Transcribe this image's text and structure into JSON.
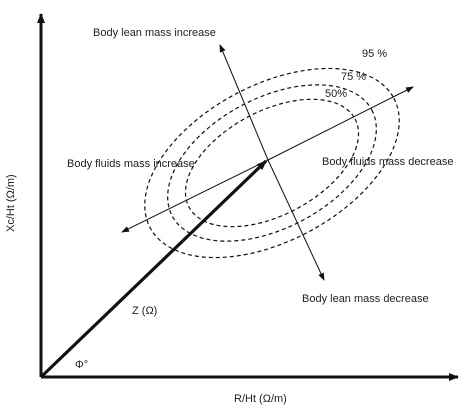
{
  "axes": {
    "x_label": "R/Ht (Ω/m)",
    "y_label": "Xc/Ht (Ω/m)"
  },
  "vector": {
    "label": "Z (Ω)",
    "angle_label": "Φ°"
  },
  "ellipses": [
    {
      "label": "95 %"
    },
    {
      "label": "75 %"
    },
    {
      "label": "50%"
    }
  ],
  "annotations": {
    "lean_increase": "Body lean mass increase",
    "lean_decrease": "Body lean mass decrease",
    "fluids_increase": "Body fluids mass increase",
    "fluids_decrease": "Body fluids mass decrease"
  },
  "colors": {
    "ink": "#111111"
  }
}
